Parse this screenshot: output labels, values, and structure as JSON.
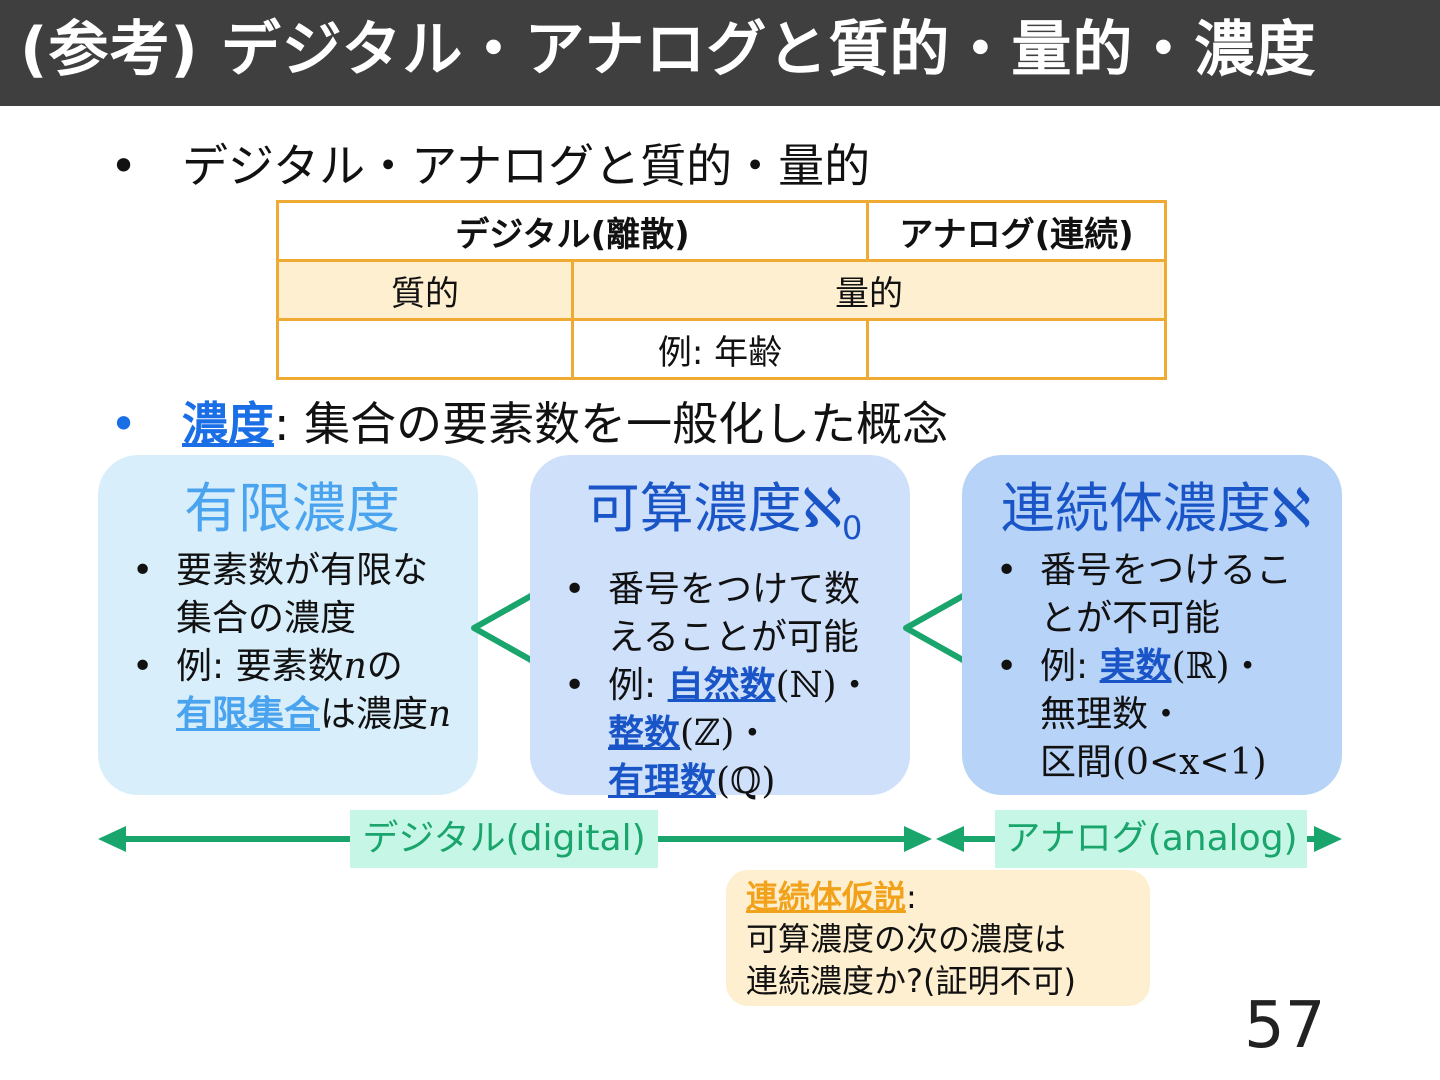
{
  "slide": {
    "title": "(参考) デジタル・アナログと質的・量的・濃度",
    "page_number": "57"
  },
  "bullets": {
    "first": "デジタル・アナログと質的・量的",
    "second_term": "濃度",
    "second_rest": ": 集合の要素数を一般化した概念"
  },
  "table": {
    "header": [
      "デジタル(離散)",
      "アナログ(連続)"
    ],
    "row_categories": [
      "質的",
      "量的"
    ],
    "row_example": [
      "",
      "例: 年齢",
      ""
    ]
  },
  "cards": {
    "finite": {
      "title": "有限濃度",
      "item1": "要素数が有限な集合の濃度",
      "item2_prefix": "例: 要素数",
      "item2_var": "n",
      "item2_mid": "の",
      "item2_link": "有限集合",
      "item2_suffix": "は濃度",
      "item2_var2": "n"
    },
    "countable": {
      "title": "可算濃度",
      "symbol": "ℵ",
      "symbol_sub": "0",
      "item1": "番号をつけて数えることが可能",
      "item2_prefix": "例: ",
      "link1": "自然数",
      "sym1": "(ℕ)・",
      "link2": "整数",
      "sym2": "(ℤ)・",
      "link3": "有理数",
      "sym3": "(ℚ)"
    },
    "continuum": {
      "title": "連続体濃度",
      "symbol": "ℵ",
      "item1": "番号をつけることが不可能",
      "item2_prefix": "例: ",
      "link1": "実数",
      "sym1": "(ℝ)・",
      "item2_mid": "無理数・",
      "item2_end": "区間(0<x<1)"
    }
  },
  "comparisons": [
    "<",
    "<"
  ],
  "ranges": {
    "digital": "デジタル(digital)",
    "analog": "アナログ(analog)"
  },
  "hypothesis": {
    "title": "連続体仮説",
    "colon": ":",
    "line1": "可算濃度の次の濃度は",
    "line2": "連続濃度か?(証明不可)"
  },
  "colors": {
    "title_bar": "#3f3f3f",
    "accent_blue": "#1a6ee6",
    "card_finite": "#d9eefb",
    "card_countable": "#cfe0fb",
    "card_continuum": "#b8d3f8",
    "range_green": "#1aa56c",
    "table_border": "#eeaa33",
    "hypothesis_bg": "#fdefcf"
  }
}
